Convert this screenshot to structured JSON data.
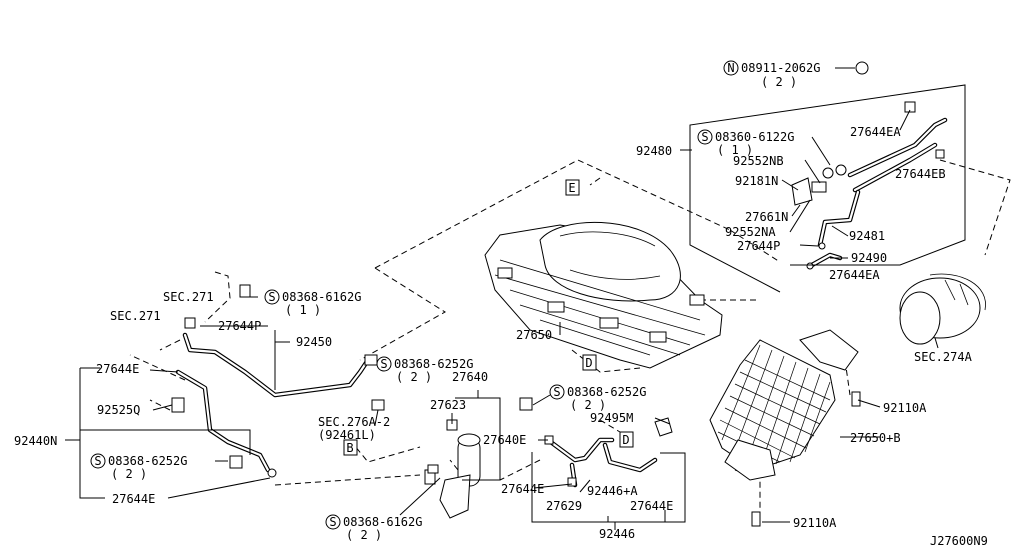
{
  "diagram_id": "J27600N9",
  "callouts": {
    "n_08911_2062g": "08911-2062G",
    "n_08911_2062g_qty": "( 2 )",
    "n_92480": "92480",
    "s_08360_6122g": "08360-6122G",
    "s_08360_6122g_qty": "( 1 )",
    "n_27644ea_a": "27644EA",
    "n_92552nb": "92552NB",
    "n_27644eb": "27644EB",
    "n_92181n": "92181N",
    "n_27661n": "27661N",
    "n_92552na": "92552NA",
    "n_92481": "92481",
    "n_27644p_b": "27644P",
    "n_92490": "92490",
    "n_27644ea_b": "27644EA",
    "sec_274a": "SEC.274A",
    "sec_271_a": "SEC.271",
    "s_08368_6162g_a": "08368-6162G",
    "s_08368_6162g_a_qty": "( 1 )",
    "sec_271_b": "SEC.271",
    "n_27644p_a": "27644P",
    "n_92450": "92450",
    "n_27650": "27650",
    "n_27644e_a": "27644E",
    "s_08368_6252g_a": "08368-6252G",
    "s_08368_6252g_a_qty": "( 2 )",
    "n_27640": "27640",
    "n_92525q": "92525Q",
    "sec_276a2": "SEC.276A-2",
    "n_92461l": "(92461L)",
    "n_27623": "27623",
    "s_08368_6252g_b": "08368-6252G",
    "s_08368_6252g_b_qty": "( 2 )",
    "n_92495m": "92495M",
    "n_92110a_a": "92110A",
    "n_92440n": "92440N",
    "n_27640e": "27640E",
    "n_27650b": "27650+B",
    "s_08368_6252g_c": "08368-6252G",
    "s_08368_6252g_c_qty": "( 2 )",
    "n_27644e_c": "27644E",
    "n_92446a": "92446+A",
    "n_27644e_b": "27644E",
    "n_27629": "27629",
    "n_27644e_d": "27644E",
    "s_08368_6162g_b": "08368-6162G",
    "s_08368_6162g_b_qty": "( 2 )",
    "n_92446": "92446",
    "n_92110a_b": "92110A"
  },
  "symbols": {
    "n_marker": "N",
    "s_marker": "S"
  },
  "ref_boxes": {
    "b": "B",
    "d": "D",
    "e": "E"
  }
}
